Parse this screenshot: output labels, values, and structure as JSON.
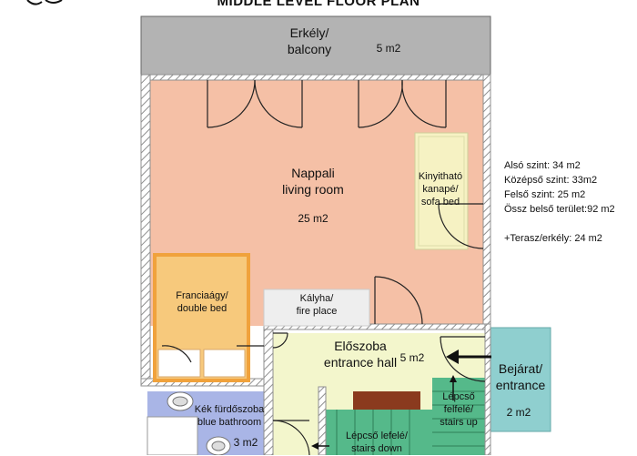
{
  "title": "MIDDLE LEVEL FLOOR PLAN",
  "rooms": {
    "balcony": {
      "name_hu": "Erkély/",
      "name_en": "balcony",
      "area": "5 m2"
    },
    "living": {
      "name_hu": "Nappali",
      "name_en": "living room",
      "area": "25 m2"
    },
    "sofa": {
      "line1": "Kinyitható",
      "line2": "kanapé/",
      "line3": "sofa bed"
    },
    "bed": {
      "name_hu": "Franciaágy/",
      "name_en": "double bed"
    },
    "fireplace": {
      "name_hu": "Kályha/",
      "name_en": "fire place"
    },
    "hall": {
      "name_hu": "Előszoba",
      "name_en": "entrance hall",
      "area": "5 m2"
    },
    "entrance": {
      "name_hu": "Bejárat/",
      "name_en": "entrance",
      "area": "2 m2"
    },
    "bathroom": {
      "name_hu": "Kék fürdőszoba",
      "name_en": "blue bathroom",
      "area": "3 m2"
    },
    "stairs_up": {
      "name_hu": "Lépcső",
      "name_en": "felfelé/",
      "line3": "stairs up"
    },
    "stairs_down": {
      "name_hu": "Lépcső lefelé/",
      "name_en": "stairs down"
    }
  },
  "areas_summary": [
    "Alsó szint: 34 m2",
    "Középső szint: 33m2",
    "Felső szint: 25 m2",
    "Össz belső terület:92 m2",
    "",
    "+Terasz/erkély: 24 m2"
  ],
  "colors": {
    "balcony": "#b3b3b3",
    "living": "#f5c0a6",
    "hall": "#f3f6cc",
    "entrance": "#8fcfcf",
    "bathroom": "#a9b5e6",
    "stairs": "#55b98a",
    "bed": "#f7c97c",
    "bed_frame": "#f0a23c",
    "sofa": "#f6f2c3",
    "fireplace": "#eeeeee",
    "wall": "#8f8f8f",
    "door": "#222222",
    "furniture_brown": "#8a3a1e"
  },
  "icons": {
    "entrance_arrow": "arrow-left-icon",
    "stairs_down_arrow": "arrow-left-icon",
    "stairs_up_arrow": "arrow-up-icon",
    "logo": "logo-icon"
  }
}
